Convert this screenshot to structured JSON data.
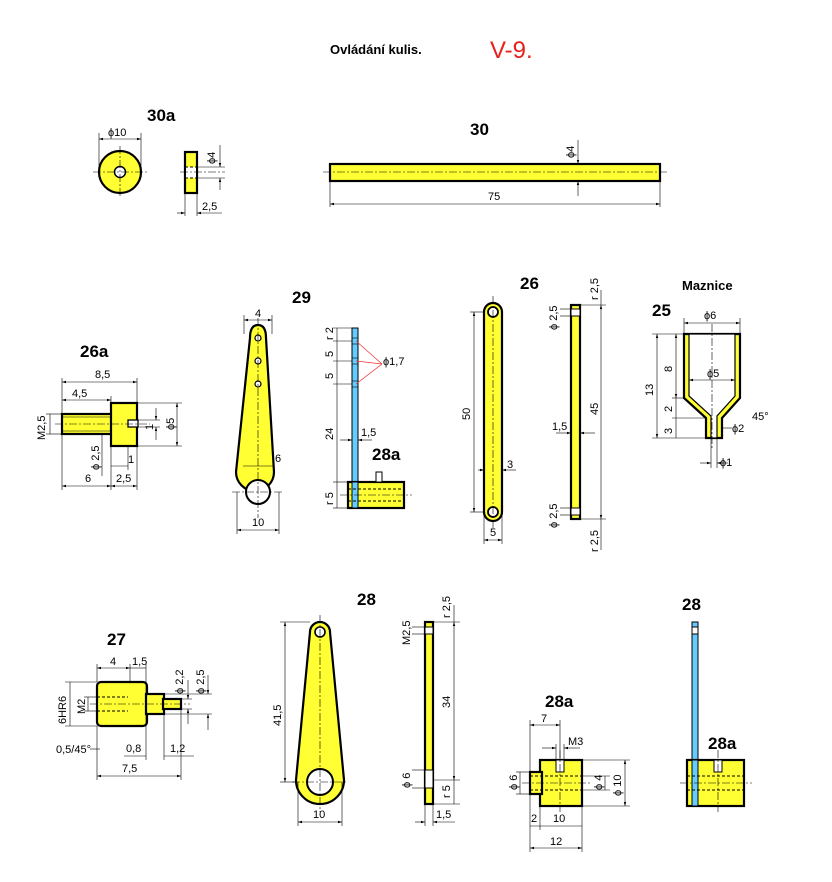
{
  "header": {
    "title": "Ovládání kulis.",
    "sheet": "V-9."
  },
  "labels": {
    "p30a": "30a",
    "p30": "30",
    "p26a": "26a",
    "p29": "29",
    "p26": "26",
    "maznice": "Maznice",
    "p25": "25",
    "p28a_top": "28a",
    "p27": "27",
    "p28_mid": "28",
    "p28a_bottom": "28a",
    "p28_right": "28",
    "p28a_right": "28a"
  },
  "dims": {
    "d30a_dia": "ϕ10",
    "d30a_hole": "ϕ4",
    "d30a_w": "2,5",
    "d30_dia": "ϕ4",
    "d30_len": "75",
    "d26a_85": "8,5",
    "d26a_45": "4,5",
    "d26a_m": "M2,5",
    "d26a_1": "1",
    "d26a_5": "ϕ5",
    "d26a_25": "ϕ 2,5",
    "d26a_1b": "1",
    "d26a_6": "6",
    "d26a_25b": "2,5",
    "d29_4": "4",
    "d29_6": "6",
    "d29_10": "10",
    "d29s_r2": "r 2",
    "d29s_5a": "5",
    "d29s_5b": "5",
    "d29s_17": "ϕ1,7",
    "d29s_24": "24",
    "d29s_15": "1,5",
    "d29s_r5": "r 5",
    "d26_50": "50",
    "d26_3": "3",
    "d26_5": "5",
    "d26s_r25a": "r 2,5",
    "d26s_25a": "ϕ 2,5",
    "d26s_45": "45",
    "d26s_15": "1,5",
    "d26s_25b": "ϕ 2,5",
    "d26s_r25b": "r 2,5",
    "d25_6": "ϕ6",
    "d25_13": "13",
    "d25_8": "8",
    "d25_5": "ϕ5",
    "d25_2": "2",
    "d25_3": "3",
    "d25_45": "45°",
    "d25_d2": "ϕ2",
    "d25_d1": "ϕ1",
    "d27_4": "4",
    "d27_15": "1,5",
    "d27_22": "ϕ 2,2",
    "d27_25": "ϕ 2,5",
    "d27_6hr": "6HR6",
    "d27_m2": "M2",
    "d27_05": "0,5/45°",
    "d27_08": "0,8",
    "d27_12": "1,2",
    "d27_75": "7,5",
    "d28_415": "41,5",
    "d28_10": "10",
    "d28s_m25": "M2,5",
    "d28s_r25": "r 2,5",
    "d28s_34": "34",
    "d28s_6": "ϕ 6",
    "d28s_r5": "r 5",
    "d28s_15": "1,5",
    "d28a_7": "7",
    "d28a_m3": "M3",
    "d28a_6": "ϕ 6",
    "d28a_4": "ϕ 4",
    "d28a_10": "ϕ 10",
    "d28a_2": "2",
    "d28a_10b": "10",
    "d28a_12": "12"
  }
}
